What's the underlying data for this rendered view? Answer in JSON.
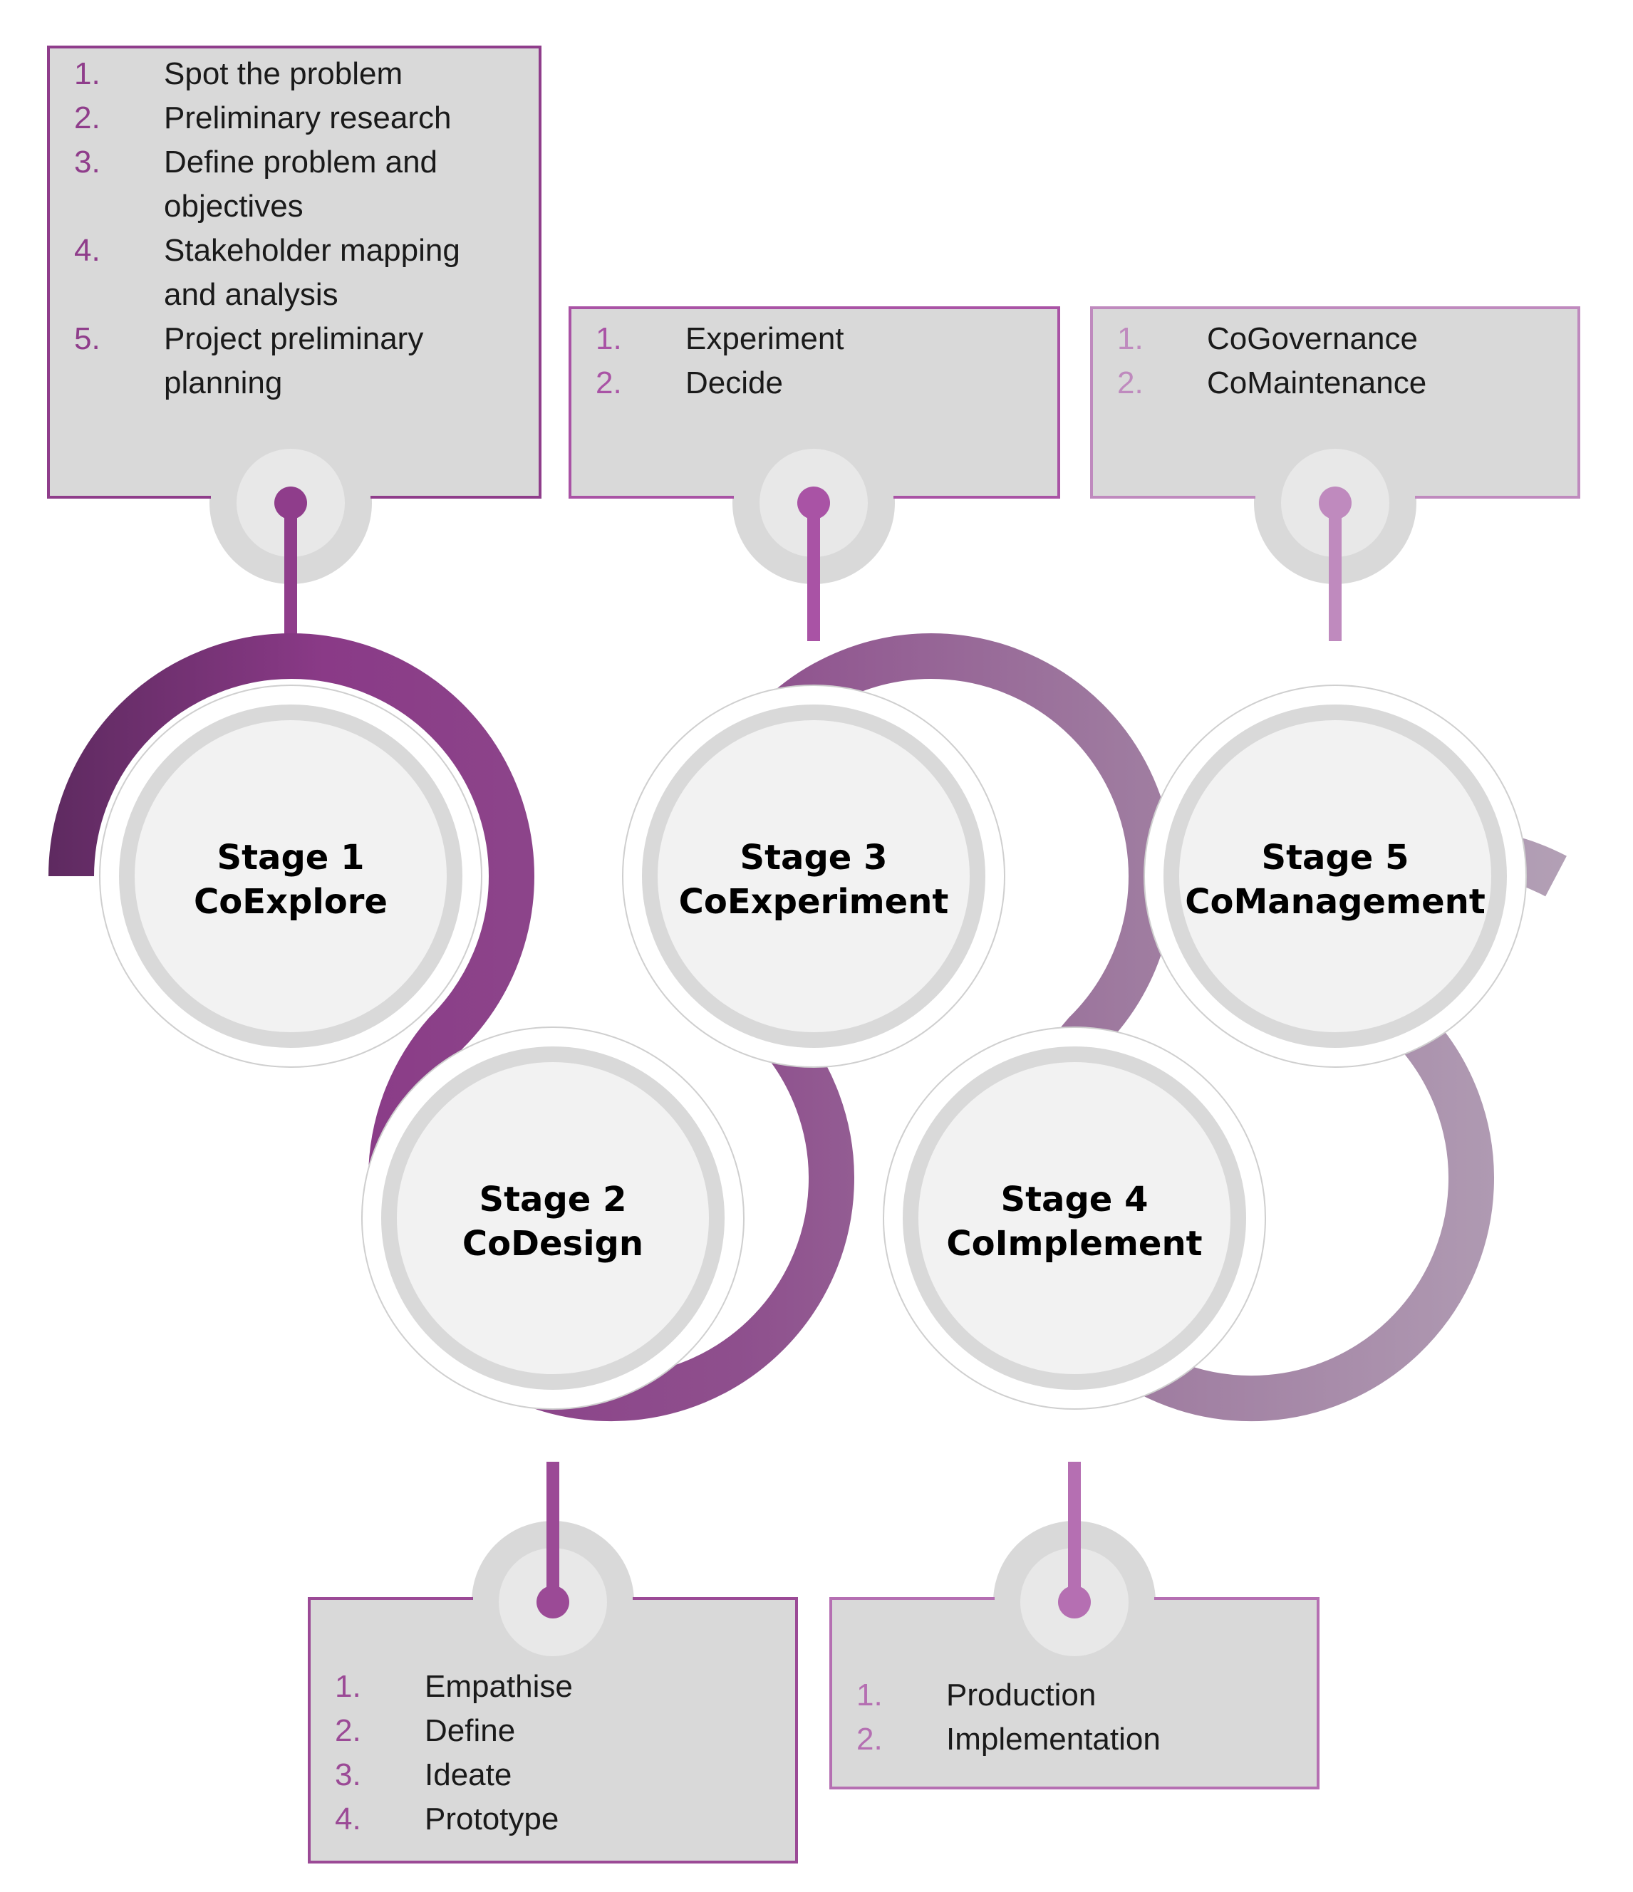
{
  "colors": {
    "stage1": "#8f3d8b",
    "stage2": "#9b4a96",
    "stage3": "#a953a5",
    "stage4": "#b56fb2",
    "stage5": "#bf8abe",
    "box_fill": "#d9d9d9",
    "inner_circle": "#f2f2f2",
    "ring_grey": "#d9d9d9"
  },
  "stages": [
    {
      "label": "Stage 1",
      "name": "CoExplore",
      "steps": [
        {
          "num": "1.",
          "lines": [
            "Spot the problem"
          ]
        },
        {
          "num": "2.",
          "lines": [
            "Preliminary research"
          ]
        },
        {
          "num": "3.",
          "lines": [
            "Define problem and",
            "objectives"
          ]
        },
        {
          "num": "4.",
          "lines": [
            "Stakeholder mapping",
            "and analysis"
          ]
        },
        {
          "num": "5.",
          "lines": [
            "Project preliminary",
            "planning"
          ]
        }
      ]
    },
    {
      "label": "Stage 2",
      "name": "CoDesign",
      "steps": [
        {
          "num": "1.",
          "lines": [
            "Empathise"
          ]
        },
        {
          "num": "2.",
          "lines": [
            "Define"
          ]
        },
        {
          "num": "3.",
          "lines": [
            "Ideate"
          ]
        },
        {
          "num": "4.",
          "lines": [
            "Prototype"
          ]
        }
      ]
    },
    {
      "label": "Stage 3",
      "name": "CoExperiment",
      "steps": [
        {
          "num": "1.",
          "lines": [
            "Experiment"
          ]
        },
        {
          "num": "2.",
          "lines": [
            "Decide"
          ]
        }
      ]
    },
    {
      "label": "Stage 4",
      "name": "CoImplement",
      "steps": [
        {
          "num": "1.",
          "lines": [
            "Production"
          ]
        },
        {
          "num": "2.",
          "lines": [
            "Implementation"
          ]
        }
      ]
    },
    {
      "label": "Stage 5",
      "name": "CoManagement",
      "steps": [
        {
          "num": "1.",
          "lines": [
            "CoGovernance"
          ]
        },
        {
          "num": "2.",
          "lines": [
            "CoMaintenance"
          ]
        }
      ]
    }
  ]
}
